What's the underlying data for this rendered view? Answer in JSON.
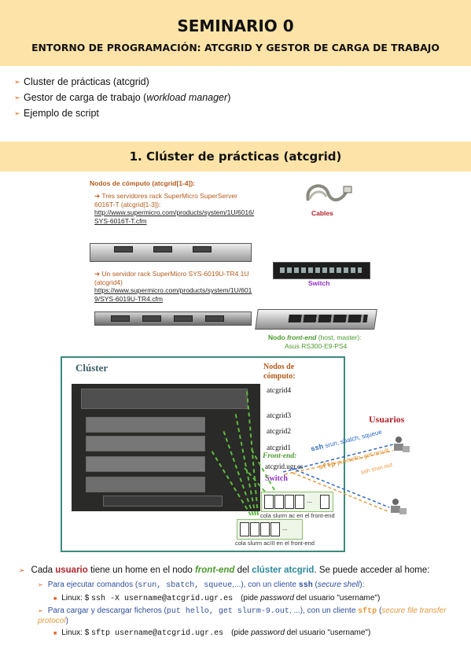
{
  "header": {
    "title": "SEMINARIO 0",
    "subtitle": "ENTORNO DE PROGRAMACIÓN: ATCGRID Y GESTOR DE CARGA DE TRABAJO"
  },
  "agenda": {
    "items": [
      {
        "text": "Cluster de prácticas (atcgrid)"
      },
      {
        "prefix": "Gestor de carga de trabajo (",
        "em": "workload manager",
        "suffix": ")"
      },
      {
        "text": "Ejemplo de script"
      }
    ]
  },
  "section": {
    "title": "1. Clúster de prácticas (atcgrid)"
  },
  "hardware": {
    "nodes_title": "Nodos de cómputo (atcgrid[1-4]):",
    "srv1_text": "➔ Tres servidores rack SuperMicro SuperServer 6016T-T (atcgrid[1-3]):",
    "srv1_link": "http://www.supermicro.com/products/system/1U/6016/SYS-6016T-T.cfm",
    "srv2_text": "➔ Un servidor rack SuperMicro SYS-6019U-TR4 1U (atcgrid4)",
    "srv2_link": "https://www.supermicro.com/products/system/1U/6019/SYS-6019U-TR4.cfm",
    "cables": "Cables",
    "switch": "Switch",
    "frontend_prefix": "Nodo ",
    "frontend_em": "front-end",
    "frontend_paren": " (host, master):",
    "frontend_model": "Asus RS300-E9-PS4"
  },
  "diagram": {
    "title": "Clúster",
    "nodes_label": "Nodos de cómputo:",
    "atcgrid4": "atcgrid4",
    "atcgrid3": "atcgrid3",
    "atcgrid2": "atcgrid2",
    "atcgrid1": "atcgrid1",
    "frontend_label": "Front-end:",
    "frontend_host": "atcgrid.ugr.es",
    "switch": "Switch",
    "users": "Usuarios",
    "ssh": "ssh",
    "ssh_cmds": "srun, sbatch, squeue",
    "sftp": "sftp",
    "sftp_cmds": "put hello, get result",
    "sftp_cmds2": "ssh srun.out",
    "queue_ac": "cola slurm ac en el front-end",
    "queue_aciii": "cola slurm acIII en el front-end",
    "cell_dots": "..."
  },
  "bottom": {
    "l1_a": "Cada ",
    "l1_usuario": "usuario",
    "l1_b": " tiene un home en el nodo ",
    "l1_frontend": "front-end",
    "l1_c": " del ",
    "l1_cluster": "clúster atcgrid",
    "l1_d": ". Se puede acceder al home:",
    "l2_a": "Para ejecutar comandos (",
    "l2_cmds": "srun, sbatch, squeue",
    "l2_b": ",...), con un cliente ",
    "l2_ssh": "ssh",
    "l2_c": " (",
    "l2_secure": "secure shell",
    "l2_d": "):",
    "l3_a": "Linux: $ ",
    "l3_cmd": "ssh -X username@atcgrid.ugr.es",
    "l3_b": "(pide ",
    "l3_password": "password",
    "l3_c": " del usuario \"username\")",
    "l4_a": "Para cargar y descargar ficheros (",
    "l4_cmds": "put hello, get slurm-9.out",
    "l4_b": ", ...), con un cliente ",
    "l4_sftp": "sftp",
    "l4_c": " (",
    "l4_proto": "secure file transfer protocol",
    "l4_d": ")",
    "l5_a": "Linux: $ ",
    "l5_cmd": "sftp username@atcgrid.ugr.es",
    "l5_b": "(pide ",
    "l5_password": "password",
    "l5_c": " del usuario \"username\")"
  },
  "colors": {
    "band": "#fde3a7",
    "accent_orange": "#e0621c",
    "frontend_green": "#4a9a2c",
    "switch_purple": "#8f2fc2",
    "usuarios_red": "#b0242b"
  }
}
